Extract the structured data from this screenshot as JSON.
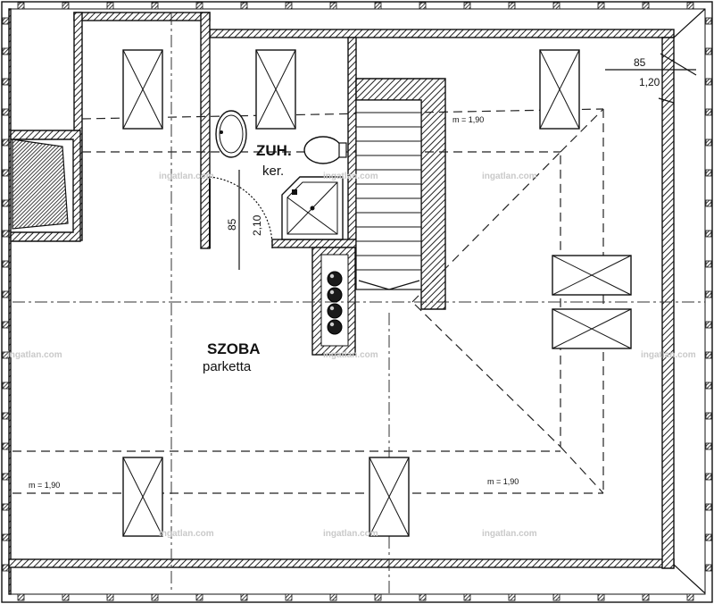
{
  "rooms": {
    "bath_name": "ZUH.",
    "bath_floor": "ker.",
    "main_name": "SZOBA",
    "main_floor": "parketta"
  },
  "dimensions": {
    "door_width": "85",
    "door_height": "2,10",
    "window_width": "85",
    "window_height": "1,20",
    "ceiling_height_1": "m = 1,90",
    "ceiling_height_2": "m = 1,90",
    "ceiling_height_3": "m = 1,90"
  },
  "watermarks": {
    "w1": "ingatlan.com",
    "w2": "ingatlan.com",
    "w3": "ingatlan.com",
    "w4": "ingatlan.com",
    "w5": "ingatlan.com",
    "w6": "ingatlan.com",
    "w7": "ingatlan.com",
    "w8": "ingatlan.com",
    "w9": "ingatlan.com"
  },
  "colors": {
    "line": "#111111",
    "hatch": "#222222",
    "watermark": "#c9c9c9",
    "background": "#ffffff"
  }
}
